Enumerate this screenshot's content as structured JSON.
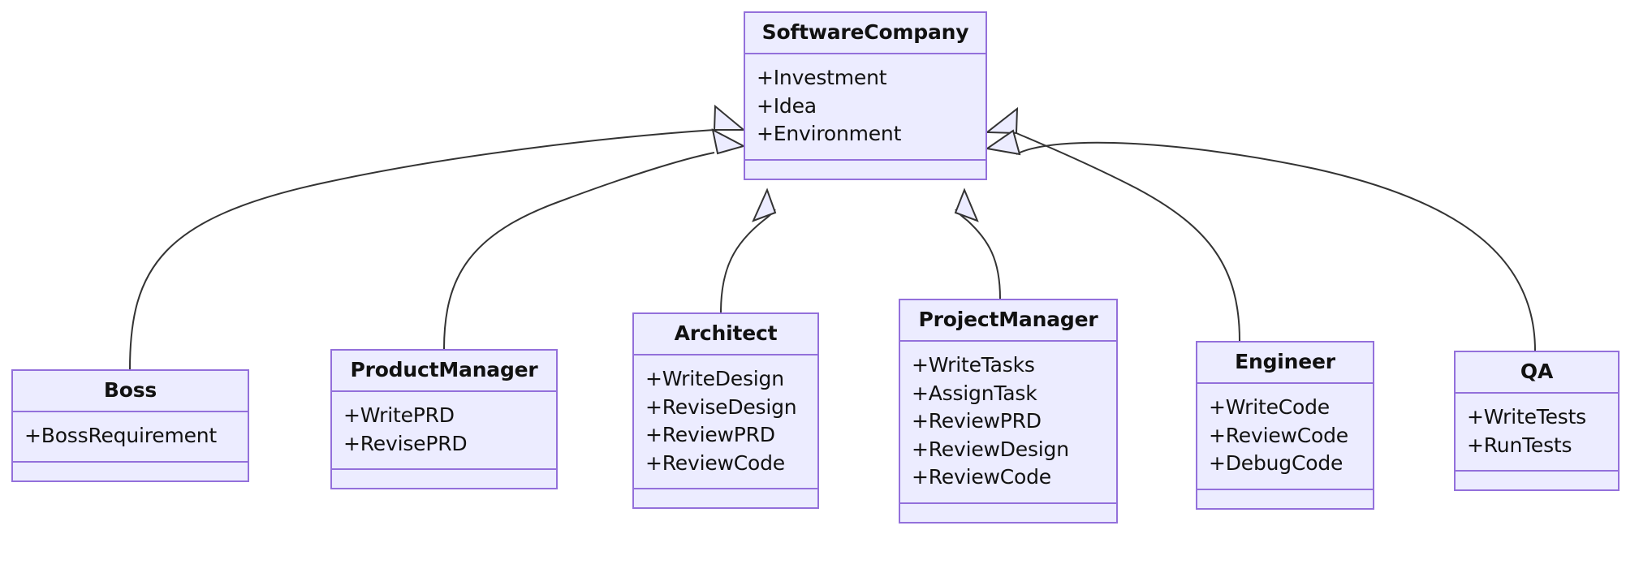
{
  "diagram": {
    "kind": "uml-class-diagram",
    "relationship": "generalization",
    "colors": {
      "box_fill": "#ECECFF",
      "box_border": "#9370DB",
      "edge_stroke": "#333333",
      "arrowhead_fill": "#ECECFF",
      "text": "#111111",
      "background": "#FFFFFF"
    },
    "classes": [
      {
        "id": "software-company",
        "name": "SoftwareCompany",
        "attributes": [
          "+Investment",
          "+Idea",
          "+Environment"
        ],
        "methods": []
      },
      {
        "id": "boss",
        "name": "Boss",
        "attributes": [
          "+BossRequirement"
        ],
        "methods": []
      },
      {
        "id": "product-manager",
        "name": "ProductManager",
        "attributes": [
          "+WritePRD",
          "+RevisePRD"
        ],
        "methods": []
      },
      {
        "id": "architect",
        "name": "Architect",
        "attributes": [
          "+WriteDesign",
          "+ReviseDesign",
          "+ReviewPRD",
          "+ReviewCode"
        ],
        "methods": []
      },
      {
        "id": "project-manager",
        "name": "ProjectManager",
        "attributes": [
          "+WriteTasks",
          "+AssignTask",
          "+ReviewPRD",
          "+ReviewDesign",
          "+ReviewCode"
        ],
        "methods": []
      },
      {
        "id": "engineer",
        "name": "Engineer",
        "attributes": [
          "+WriteCode",
          "+ReviewCode",
          "+DebugCode"
        ],
        "methods": []
      },
      {
        "id": "qa",
        "name": "QA",
        "attributes": [
          "+WriteTests",
          "+RunTests"
        ],
        "methods": []
      }
    ],
    "edges": [
      {
        "from": "boss",
        "to": "software-company",
        "type": "generalization"
      },
      {
        "from": "product-manager",
        "to": "software-company",
        "type": "generalization"
      },
      {
        "from": "architect",
        "to": "software-company",
        "type": "generalization"
      },
      {
        "from": "project-manager",
        "to": "software-company",
        "type": "generalization"
      },
      {
        "from": "engineer",
        "to": "software-company",
        "type": "generalization"
      },
      {
        "from": "qa",
        "to": "software-company",
        "type": "generalization"
      }
    ]
  }
}
